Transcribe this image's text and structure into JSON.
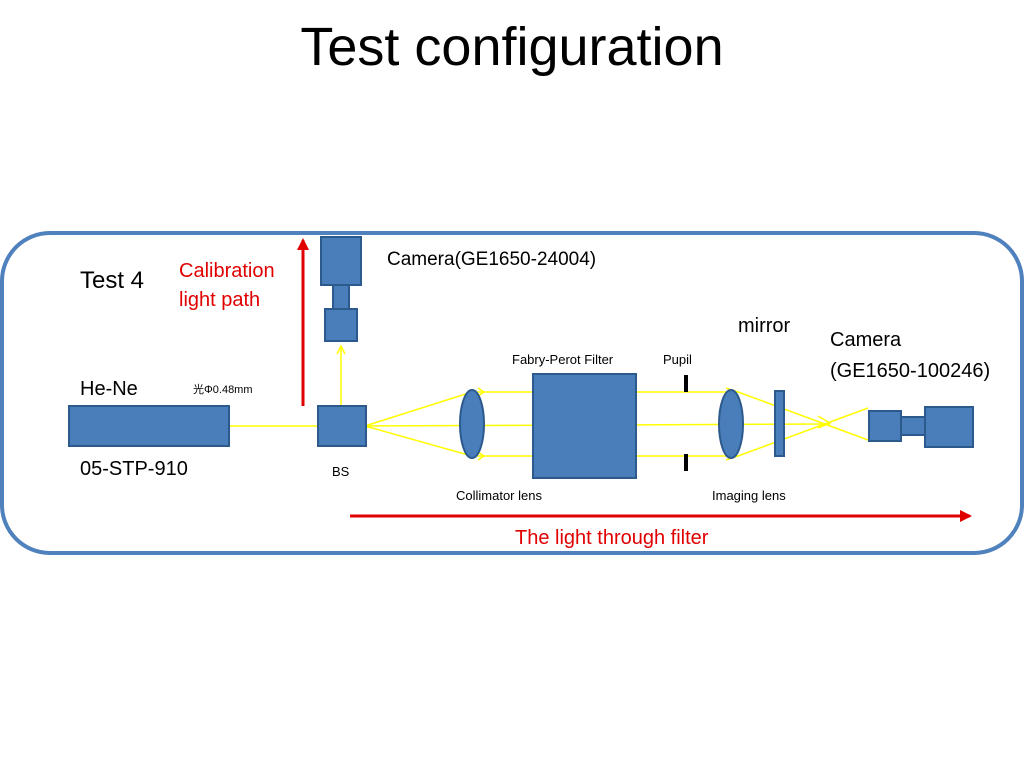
{
  "slide": {
    "title": "Test configuration"
  },
  "diagram": {
    "test_label": "Test 4",
    "calibration_line1": "Calibration",
    "calibration_line2": "light path",
    "camera_top": "Camera(GE1650-24004)",
    "mirror": "mirror",
    "camera_right_line1": "Camera",
    "camera_right_line2": "(GE1650-100246)",
    "fabry_perot": "Fabry-Perot Filter",
    "pupil": "Pupil",
    "laser_name": "He-Ne",
    "beam_diameter": "光Φ0.48mm",
    "laser_model": "05-STP-910",
    "bs": "BS",
    "collimator": "Collimator lens",
    "imaging": "Imaging lens",
    "through_filter": "The light through filter"
  },
  "colors": {
    "component_fill": "#4a7ebb",
    "component_stroke": "#2c5a8c",
    "frame_stroke": "#4f81bd",
    "beam": "#ffff00",
    "arrow_red": "#e00000",
    "label_red": "#e00000"
  }
}
